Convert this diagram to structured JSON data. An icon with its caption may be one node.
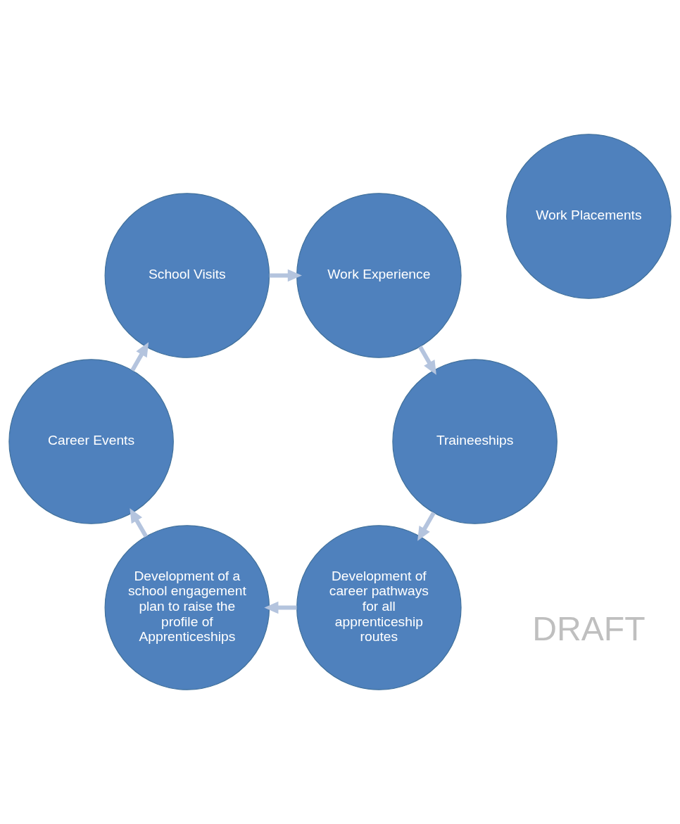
{
  "diagram": {
    "nodes": [
      {
        "text": [
          "Development of career pathways for all apprenticeship routes"
        ]
      },
      {
        "text": [
          "Development of a school engagement plan to raise the profile of Apprenticeships"
        ]
      },
      {
        "text": [
          "Career Events"
        ]
      },
      {
        "text": [
          "School Visits"
        ]
      },
      {
        "text": [
          "Work Experience"
        ]
      },
      {
        "text": [
          "Traineeships"
        ]
      },
      {
        "text": [
          "Work Placements"
        ]
      }
    ],
    "edges": [
      {
        "from": 0,
        "to": 1,
        "arrow": "to"
      },
      {
        "from": 1,
        "to": 2,
        "arrow": "to"
      },
      {
        "from": 2,
        "to": 3,
        "arrow": "to"
      },
      {
        "from": 3,
        "to": 4,
        "arrow": "to"
      },
      {
        "from": 4,
        "to": 5,
        "arrow": "to"
      },
      {
        "from": 5,
        "to": 0,
        "arrow": "to"
      }
    ],
    "labels": [
      "DRAFT"
    ]
  }
}
